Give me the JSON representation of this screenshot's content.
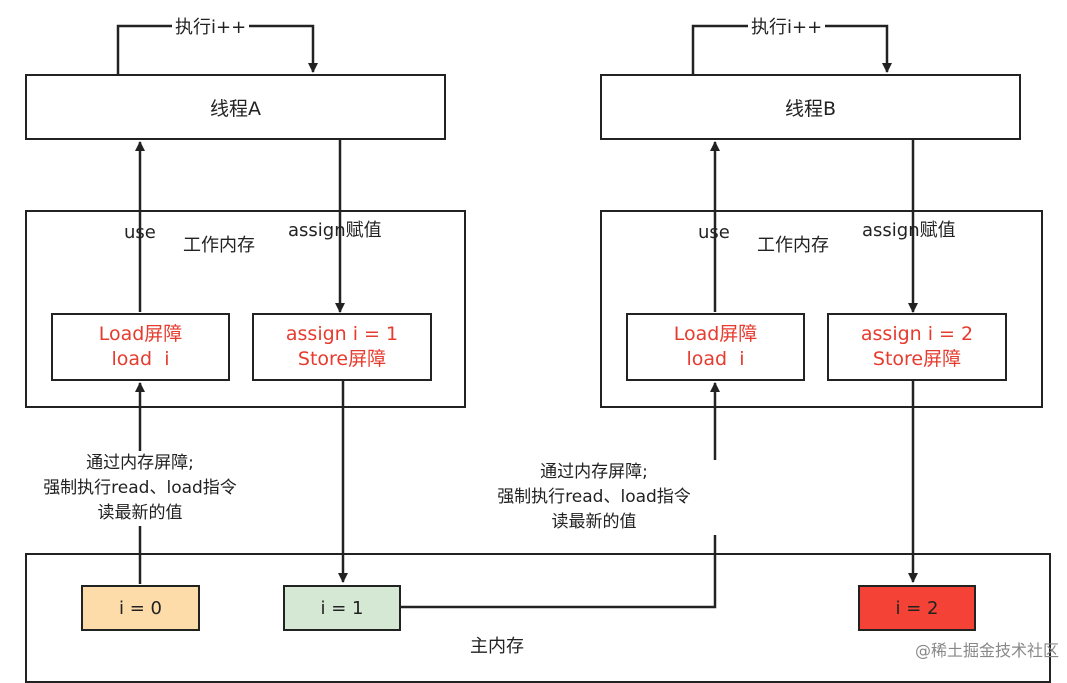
{
  "thread_a": {
    "title": "线程A",
    "loop_label": "执行i++",
    "work_memory_label": "工作内存",
    "use_label": "use",
    "assign_label": "assign赋值",
    "load_box": [
      "Load屏障",
      "load  i"
    ],
    "assign_box": [
      "assign i = 1",
      "Store屏障"
    ]
  },
  "thread_b": {
    "title": "线程B",
    "loop_label": "执行i++",
    "work_memory_label": "工作内存",
    "use_label": "use",
    "assign_label": "assign赋值",
    "load_box": [
      "Load屏障",
      "load  i"
    ],
    "assign_box": [
      "assign i = 2",
      "Store屏障"
    ]
  },
  "notes": {
    "left": [
      "通过内存屏障;",
      "强制执行read、load指令",
      "读最新的值"
    ],
    "middle": [
      "通过内存屏障;",
      "强制执行read、load指令",
      "读最新的值"
    ]
  },
  "main_memory": {
    "label": "主内存",
    "values": [
      {
        "text": "i = 0",
        "color": "#fddcaa"
      },
      {
        "text": "i = 1",
        "color": "#d5e8d4"
      },
      {
        "text": "i = 2",
        "color": "#f44336"
      }
    ]
  },
  "watermark": "@稀土掘金技术社区",
  "colors": {
    "barrier_text": "#e63b2e",
    "line": "#222222"
  }
}
